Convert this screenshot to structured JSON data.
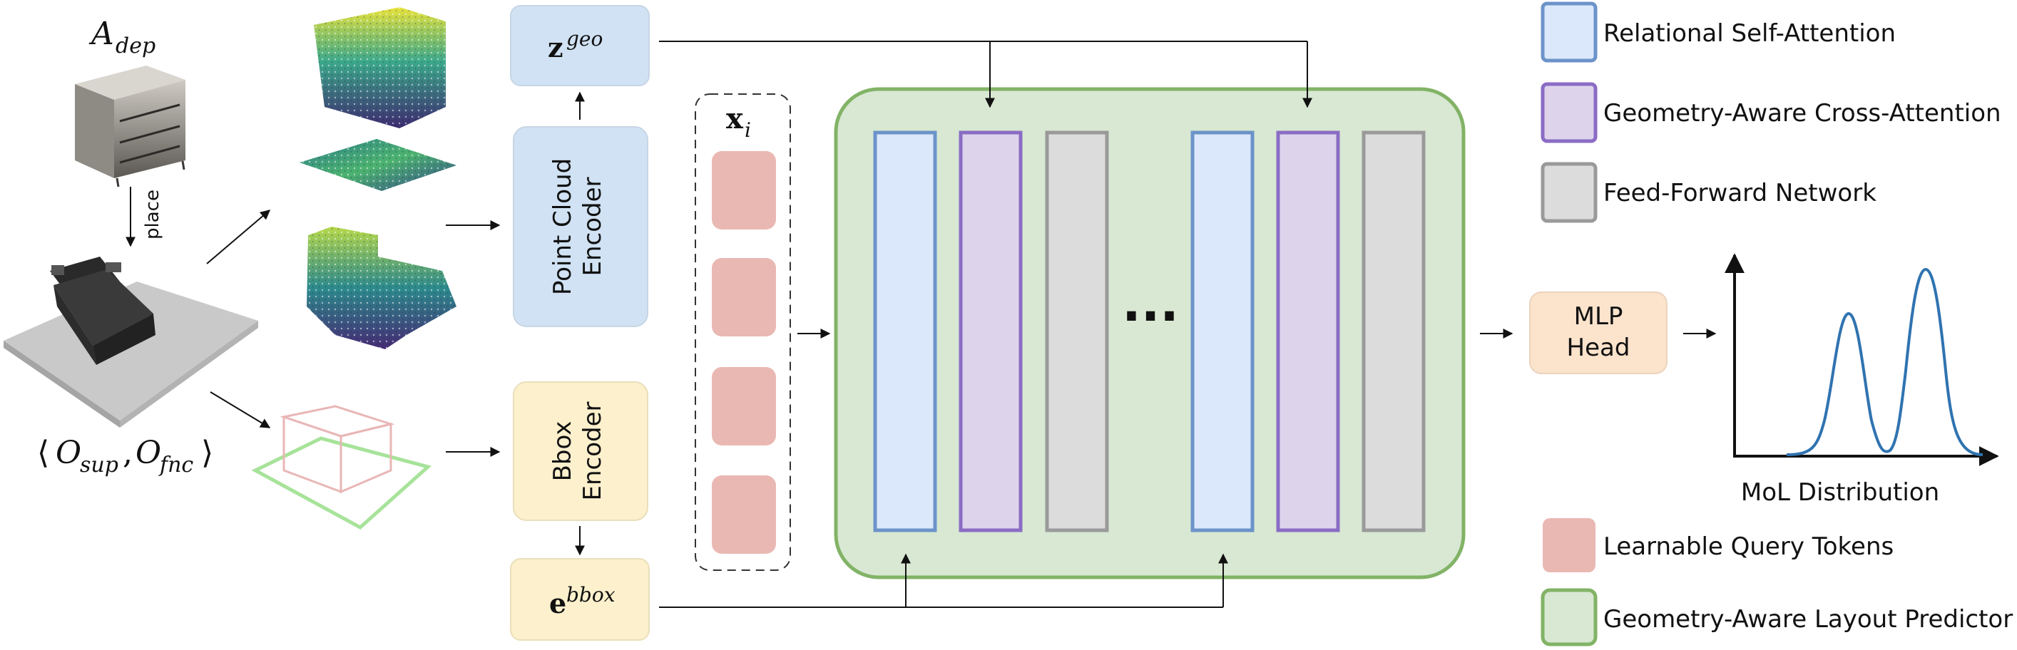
{
  "colors": {
    "relational_self_attention": "#dbe8fb",
    "relational_self_attention_border": "#6c93c9",
    "geometry_cross_attention": "#ddd4ec",
    "geometry_cross_attention_border": "#8a6cc4",
    "feed_forward": "#dcdcdc",
    "feed_forward_border": "#9a9a9a",
    "query_token": "#eab8b3",
    "predictor_fill": "#d8e8d3",
    "predictor_border": "#82b366",
    "point_cloud_encoder": "#d0e2f3",
    "bbox_encoder": "#fdf0cd",
    "mlp_head": "#fbe3cc",
    "curve": "#2f73b0"
  },
  "inputs": {
    "dep_object_label": "A",
    "dep_object_sub": "dep",
    "place_label": "place",
    "context_label_left": "⟨",
    "context_o1": "O",
    "context_o1_sub": "sup",
    "context_sep": ",",
    "context_o2": "O",
    "context_o2_sub": "fnc",
    "context_label_right": "⟩"
  },
  "encoders": {
    "point_cloud_line1": "Point Cloud",
    "point_cloud_line2": "Encoder",
    "bbox_line1": "Bbox",
    "bbox_line2": "Encoder"
  },
  "embeddings": {
    "z_main": "z",
    "z_sup": "geo",
    "e_main": "e",
    "e_sup": "bbox",
    "x_main": "x",
    "x_sub": "i"
  },
  "predictor": {
    "ellipsis": "···"
  },
  "head": {
    "mlp_line1": "MLP",
    "mlp_line2": "Head",
    "distribution_label": "MoL Distribution"
  },
  "legend": {
    "items": [
      {
        "label": "Relational Self-Attention"
      },
      {
        "label": "Geometry-Aware Cross-Attention"
      },
      {
        "label": "Feed-Forward Network"
      },
      {
        "label": "Learnable Query Tokens"
      },
      {
        "label": "Geometry-Aware Layout Predictor"
      }
    ]
  }
}
